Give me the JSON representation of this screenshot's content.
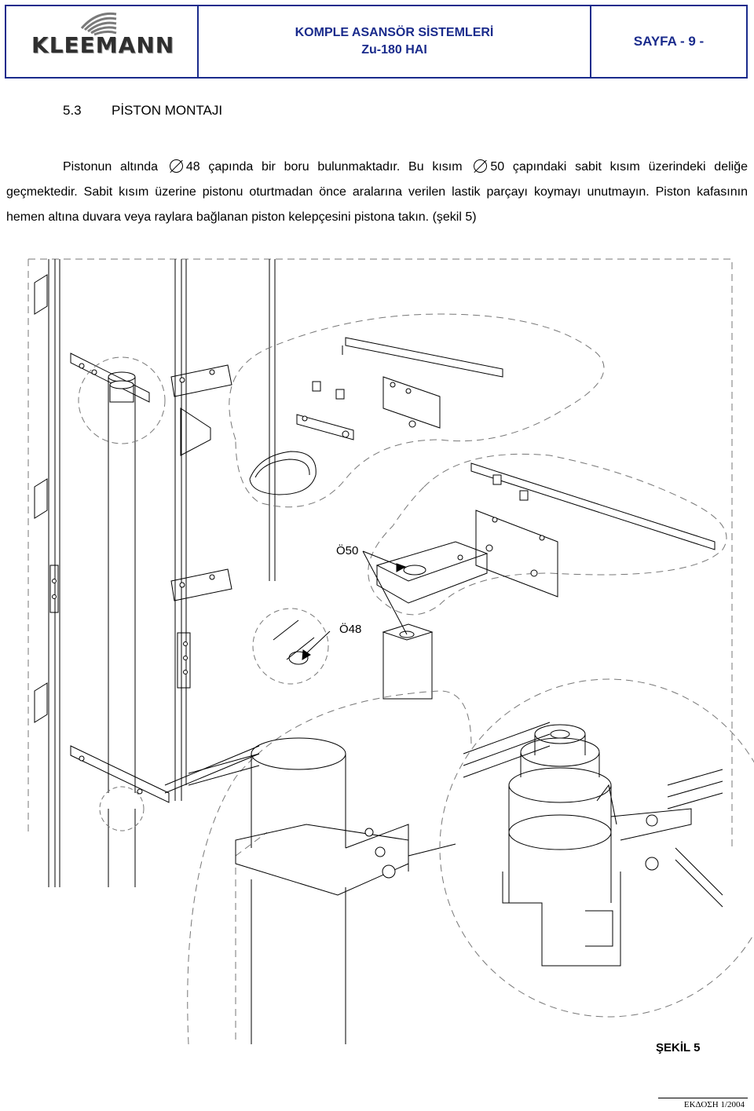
{
  "header": {
    "logo_text": "KLEEMANN",
    "title_line1": "KOMPLE ASANSÖR SİSTEMLERİ",
    "title_line2": "Zu-180 HAI",
    "page_label": "SAYFA - 9 -"
  },
  "section": {
    "number": "5.3",
    "title": "PİSTON MONTAJI"
  },
  "body": {
    "part1": "Pistonun altında",
    "part2": "48 çapında bir boru bulunmaktadır. Bu kısım",
    "part3": "50  çapındaki sabit kısım üzerindeki deliğe geçmektedir. Sabit kısım üzerine pistonu oturtmadan önce aralarına verilen lastik parçayı koymayı unutmayın. Piston kafasının hemen altına duvara veya raylara bağlanan piston kelepçesini pistona takın. (şekil 5)"
  },
  "figure": {
    "label_upper": "Ö50",
    "label_lower": "Ö48"
  },
  "caption": "ŞEKİL 5",
  "footer": "ΕΚΔΟΣΗ 1/2004"
}
